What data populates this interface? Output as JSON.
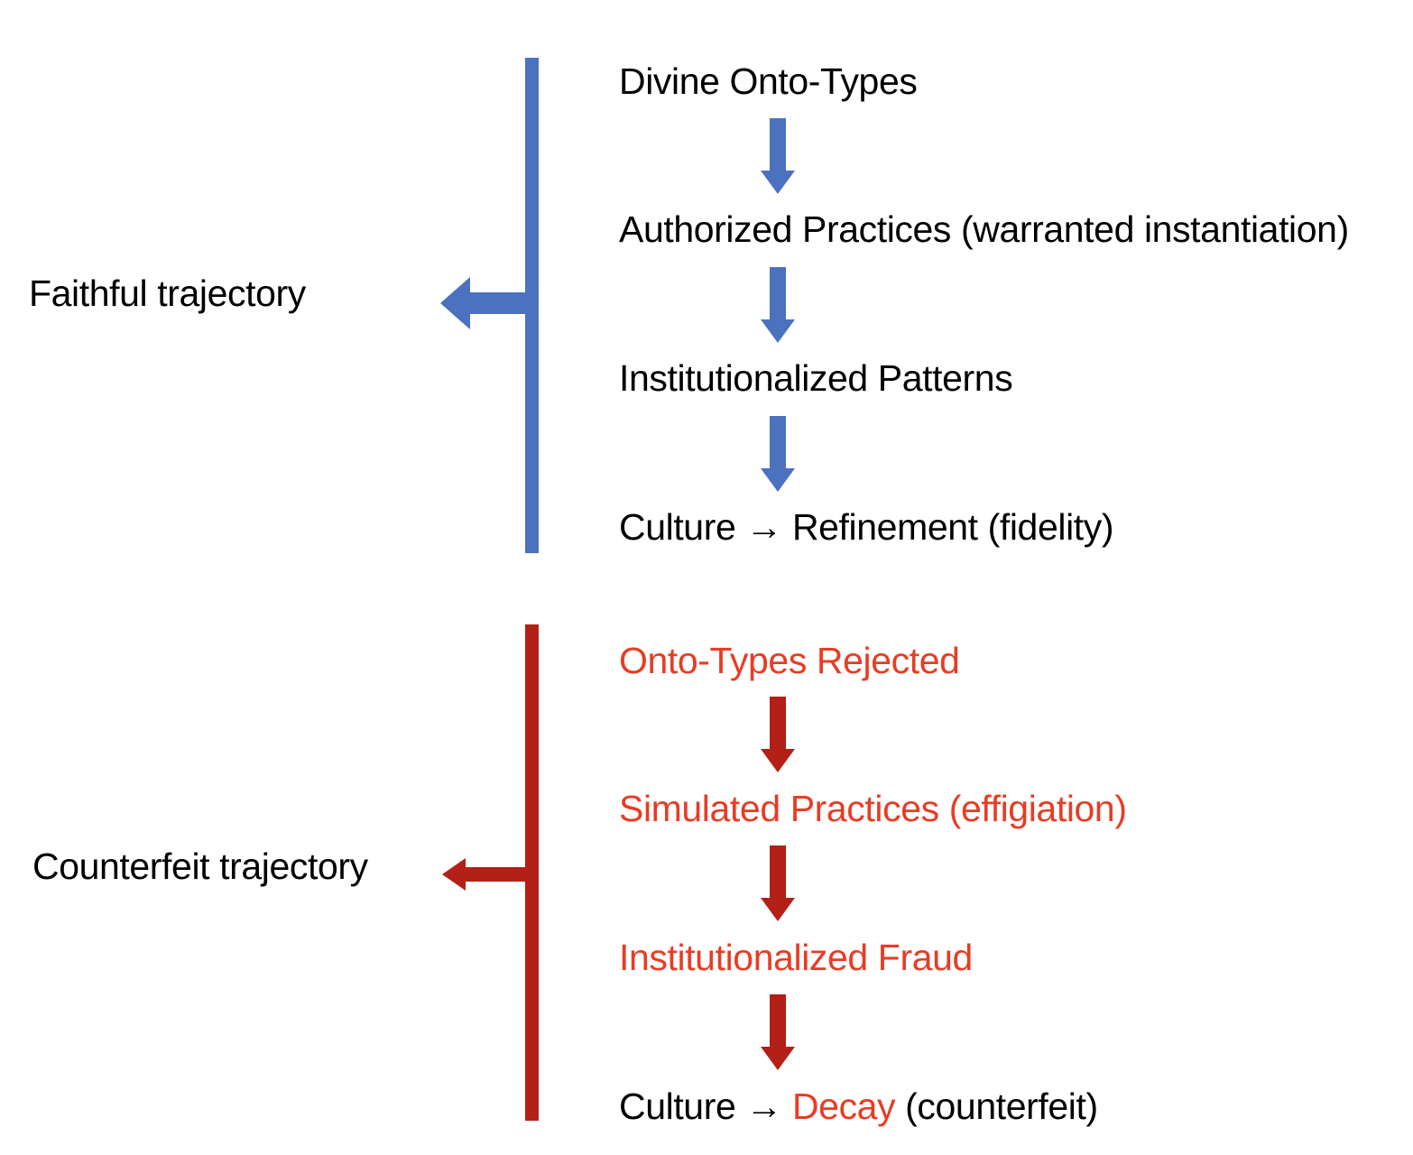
{
  "diagram": {
    "title_hidden": "",
    "colors": {
      "blue_bar": "#4A72BE",
      "red_bar": "#B22018",
      "red_text": "#E83C24",
      "black_text": "#000000",
      "background": "#FFFFFF"
    },
    "faithful": {
      "label": "Faithful trajectory",
      "steps": [
        {
          "text": "Divine Onto-Types"
        },
        {
          "text": "Authorized Practices (warranted instantiation)"
        },
        {
          "text": "Institutionalized Patterns"
        },
        {
          "text": "Culture → Refinement (fidelity)"
        }
      ]
    },
    "counterfeit": {
      "label": "Counterfeit trajectory",
      "steps": [
        {
          "text": "Onto-Types Rejected"
        },
        {
          "text": "Simulated Practices (effigiation)"
        },
        {
          "text": "Institutionalized Fraud"
        },
        {
          "parts": [
            {
              "text": "Culture → ",
              "color": "black"
            },
            {
              "text": "Decay",
              "color": "red"
            },
            {
              "text": " (counterfeit)",
              "color": "black"
            }
          ]
        }
      ]
    },
    "icons": {
      "down_arrow": "arrow-down-icon",
      "left_arrow": "arrow-left-icon",
      "vertical_bar": "vertical-bracket-bar"
    }
  }
}
